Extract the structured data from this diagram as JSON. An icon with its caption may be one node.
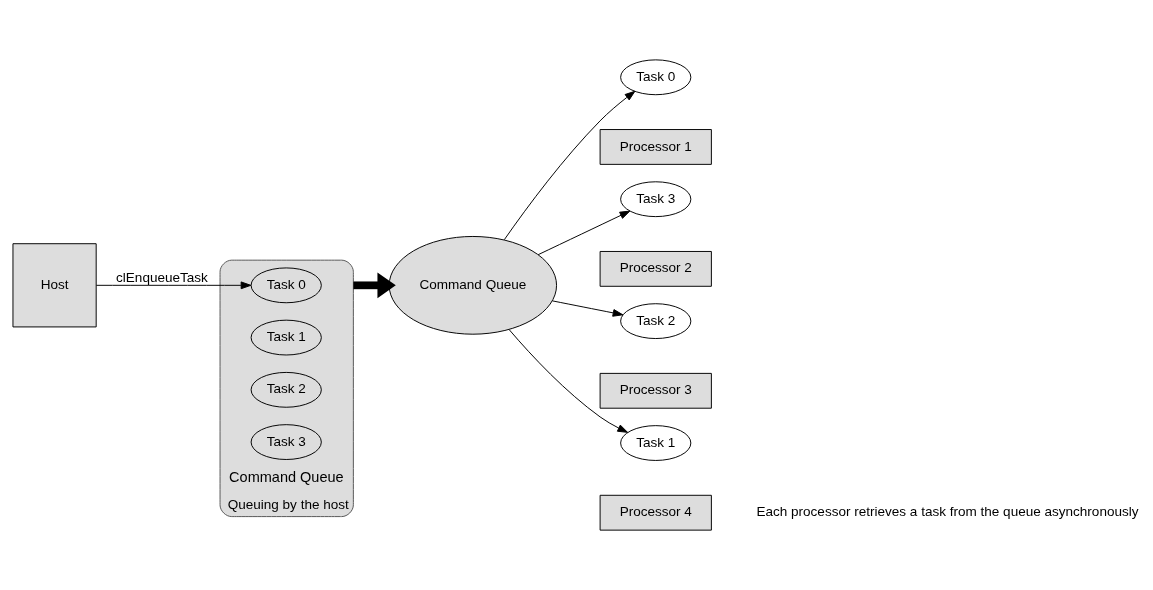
{
  "diagram": {
    "nodes": [
      {
        "text": [
          "Host"
        ]
      },
      {
        "text": [
          "Command Queue"
        ],
        "beside": [
          "Queuing by the host"
        ]
      },
      {
        "text": [
          "Task 0"
        ],
        "in": 1
      },
      {
        "text": [
          "Task 1"
        ],
        "in": 1
      },
      {
        "text": [
          "Task 2"
        ],
        "in": 1
      },
      {
        "text": [
          "Task 3"
        ],
        "in": 1
      },
      {
        "text": [
          "Command Queue"
        ]
      },
      {
        "text": [
          "Task 0"
        ]
      },
      {
        "text": [
          "Processor 1"
        ]
      },
      {
        "text": [
          "Task 3"
        ]
      },
      {
        "text": [
          "Processor 2"
        ]
      },
      {
        "text": [
          "Task 2"
        ]
      },
      {
        "text": [
          "Processor 3"
        ]
      },
      {
        "text": [
          "Task 1"
        ]
      },
      {
        "text": [
          "Processor 4"
        ]
      }
    ],
    "edges": [
      {
        "from": 0,
        "to": 2,
        "arrow": "to",
        "label": "clEnqueueTask"
      },
      {
        "from": 1,
        "to": 6,
        "arrow": "to",
        "style": "thick"
      },
      {
        "from": 6,
        "to": 7,
        "arrow": "to"
      },
      {
        "from": 6,
        "to": 9,
        "arrow": "to"
      },
      {
        "from": 6,
        "to": 11,
        "arrow": "to"
      },
      {
        "from": 6,
        "to": 13,
        "arrow": "to"
      }
    ],
    "labels": [
      "Each processor retrieves a task from the queue asynchronously"
    ]
  }
}
